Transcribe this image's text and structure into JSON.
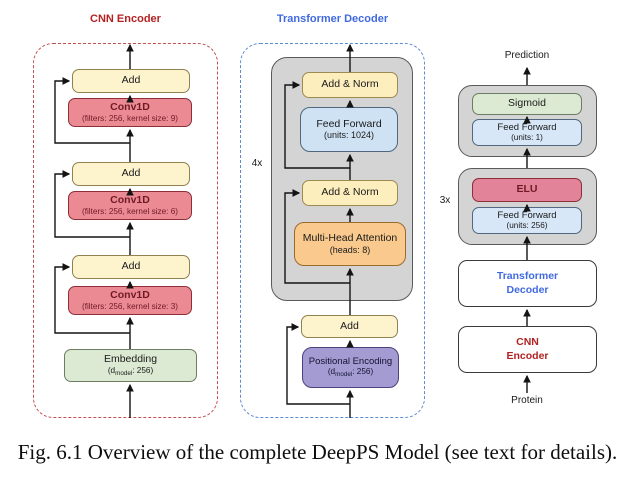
{
  "caption": "Fig. 6.1 Overview of the complete DeepPS Model (see text for details).",
  "cnn_encoder": {
    "title": "CNN Encoder",
    "blocks": {
      "add1": {
        "label": "Add"
      },
      "conv1": {
        "label": "Conv1D",
        "sublabel": "(filters: 256, kernel size: 9)"
      },
      "add2": {
        "label": "Add"
      },
      "conv2": {
        "label": "Conv1D",
        "sublabel": "(filters: 256, kernel size: 6)"
      },
      "add3": {
        "label": "Add"
      },
      "conv3": {
        "label": "Conv1D",
        "sublabel": "(filters: 256, kernel size: 3)"
      },
      "embedding": {
        "label": "Embedding",
        "sub_pre": "(d",
        "sub_sub": "model",
        "sub_post": ": 256)"
      }
    }
  },
  "transformer_decoder": {
    "title": "Transformer Decoder",
    "repeat_label": "4x",
    "blocks": {
      "add_norm_1": {
        "label": "Add & Norm"
      },
      "feed_forward": {
        "label": "Feed Forward",
        "sublabel": "(units: 1024)"
      },
      "add_norm_2": {
        "label": "Add & Norm"
      },
      "mha": {
        "label": "Multi-Head Attention",
        "sublabel": "(heads: 8)"
      },
      "add": {
        "label": "Add"
      },
      "pos_enc": {
        "label": "Positional Encoding",
        "sub_pre": "(d",
        "sub_sub": "model",
        "sub_post": ": 256)"
      }
    }
  },
  "pipeline": {
    "prediction_label": "Prediction",
    "protein_label": "Protein",
    "repeat_label": "3x",
    "blocks": {
      "sigmoid": {
        "label": "Sigmoid"
      },
      "ff_1": {
        "label": "Feed Forward",
        "sublabel": "(units: 1)"
      },
      "elu": {
        "label": "ELU"
      },
      "ff_256": {
        "label": "Feed Forward",
        "sublabel": "(units: 256)"
      },
      "transformer_decoder": {
        "line1": "Transformer",
        "line2": "Decoder"
      },
      "cnn_encoder": {
        "line1": "CNN",
        "line2": "Encoder"
      }
    }
  },
  "colors": {
    "add_fill": "#fdf3cd",
    "add_border": "#8f8150",
    "conv_fill": "#ec8a94",
    "conv_border": "#8c2f39",
    "conv_text": "#6f1a24",
    "embed_fill": "#dcead3",
    "embed_border": "#6b7d62",
    "addnorm_fill": "#fdeebd",
    "addnorm_border": "#9c8a52",
    "ff_fill": "#cfe2f3",
    "ff_border": "#51677e",
    "mha_fill": "#f9c98d",
    "mha_border": "#9a6b2f",
    "pe_fill": "#a39bd2",
    "pe_border": "#4a4380",
    "gray_fill": "#d4d4d4",
    "gray_border": "#5a5a5a",
    "sigmoid_fill": "#dcead3",
    "ffr_fill": "#d7e7f7",
    "elu_fill": "#e28399",
    "white_box_border": "#3a3a3a",
    "cnn_title": "#b22222",
    "td_title": "#4169e1",
    "dash_red": "#c05050",
    "dash_blue": "#5b8bd0",
    "arrow": "#141414"
  }
}
